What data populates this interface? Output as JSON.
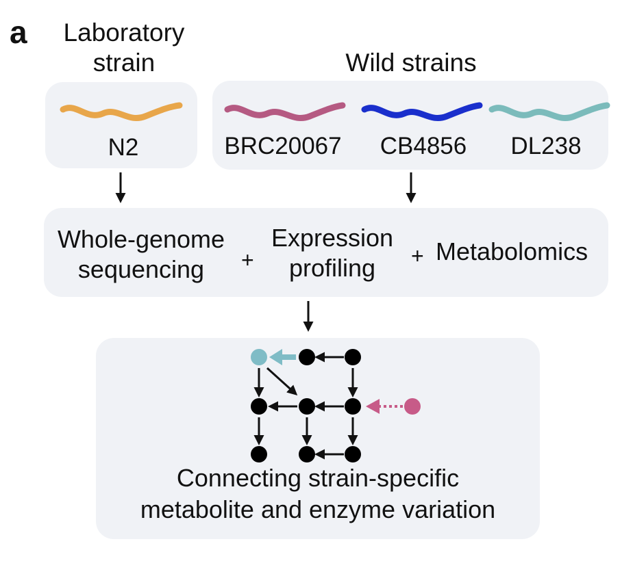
{
  "panel": {
    "letter": "a",
    "lab_heading_line1": "Laboratory",
    "lab_heading_line2": "strain",
    "wild_heading": "Wild strains"
  },
  "strains": {
    "lab": [
      {
        "label": "N2",
        "color": "#e8a64a"
      }
    ],
    "wild": [
      {
        "label": "BRC20067",
        "color": "#b55a82"
      },
      {
        "label": "CB4856",
        "color": "#1a2fcc"
      },
      {
        "label": "DL238",
        "color": "#7bbbbb"
      }
    ]
  },
  "omics": {
    "wgs_line1": "Whole-genome",
    "wgs_line2": "sequencing",
    "expr_line1": "Expression",
    "expr_line2": "profiling",
    "metabolomics": "Metabolomics",
    "plus": "+"
  },
  "network": {
    "node_color": "#000000",
    "teal_node_color": "#7fbcc6",
    "pink_node_color": "#c75b88",
    "caption_line1": "Connecting strain-specific",
    "caption_line2": "metabolite and enzyme variation"
  },
  "colors": {
    "box_background": "#f0f2f6",
    "arrow": "#111111"
  }
}
